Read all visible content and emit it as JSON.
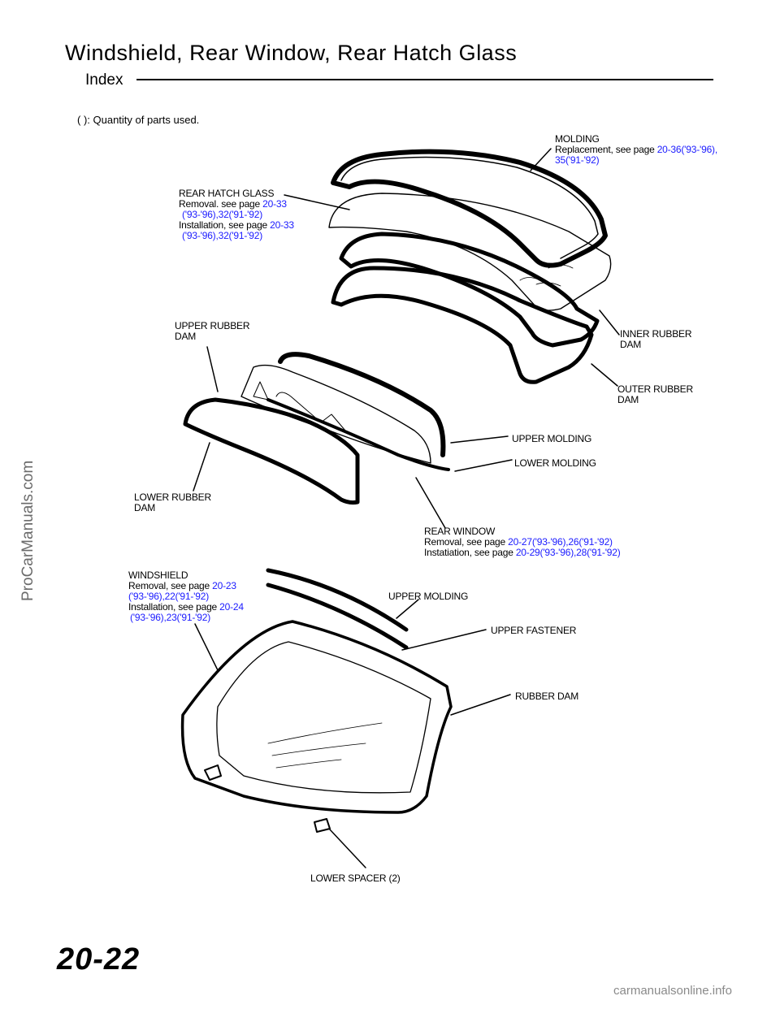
{
  "header": {
    "title": "Windshield, Rear Window, Rear Hatch Glass",
    "subtitle": "Index"
  },
  "note": "( ): Quantity of parts used.",
  "labels": {
    "molding": {
      "name": "MOLDING",
      "line1_text": "Replacement, see page ",
      "line1_link": "20-36('93-'96),",
      "line2_link": "35('91-'92)"
    },
    "rear_hatch_glass": {
      "name": "REAR HATCH GLASS",
      "removal_text": "Removal. see page ",
      "removal_link": "20-33",
      "removal_link2": "('93-'96),32('91-'92)",
      "install_text": "Installation, see page ",
      "install_link": "20-33",
      "install_link2": "('93-'96),32('91-'92)"
    },
    "upper_rubber_dam": {
      "line1": "UPPER RUBBER",
      "line2": "DAM"
    },
    "inner_rubber_dam": {
      "line1": "INNER RUBBER",
      "line2": "DAM"
    },
    "outer_rubber_dam": {
      "line1": "OUTER RUBBER",
      "line2": "DAM"
    },
    "upper_molding_rear": "UPPER MOLDING",
    "lower_molding": "LOWER MOLDING",
    "lower_rubber_dam": {
      "line1": "LOWER RUBBER",
      "line2": "DAM"
    },
    "rear_window": {
      "name": "REAR WINDOW",
      "removal_text": "Removal, see page ",
      "removal_link": "20-27('93-'96),26('91-'92)",
      "install_text": "Instatiation, see page ",
      "install_link": "20-29('93-'96),28('91-'92)"
    },
    "windshield": {
      "name": "WINDSHIELD",
      "removal_text": "Removal, see page ",
      "removal_link": "20-23",
      "removal_link2": "('93-'96),22('91-'92)",
      "install_text": "Installation, see page ",
      "install_link": "20-24",
      "install_link2": "('93-'96),23('91-'92)"
    },
    "upper_molding_front": "UPPER MOLDING",
    "upper_fastener": "UPPER FASTENER",
    "rubber_dam": "RUBBER DAM",
    "lower_spacer": "LOWER SPACER (2)"
  },
  "watermark": "ProCarManuals.com",
  "page_number": "20-22",
  "footer": "carmanualsonline.info",
  "colors": {
    "link": "#1a1aff",
    "text": "#000000",
    "watermark": "#6b6b6b"
  }
}
